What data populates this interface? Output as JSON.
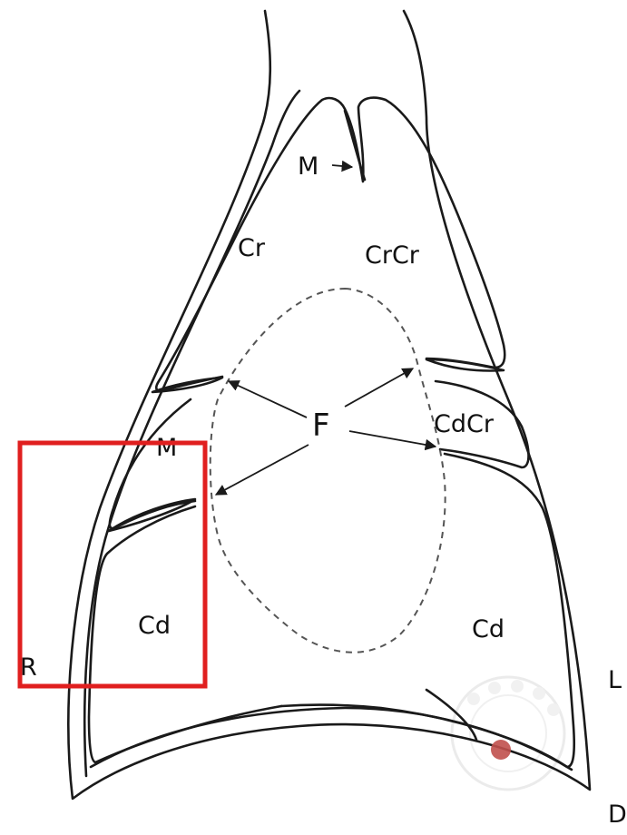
{
  "labels": {
    "mediastinum_top": "M",
    "cranial_right": "Cr",
    "cranial_left": "CrCr",
    "fissure": "F",
    "caudal_cranial_left": "CdCr",
    "middle_right": "M",
    "caudal_right": "Cd",
    "caudal_left": "Cd",
    "right_side": "R",
    "left_side": "L",
    "dorsal": "D"
  },
  "colors": {
    "outline": "#1a1a1a",
    "highlight_box": "#e01f1f",
    "marker_dot": "#c0504d",
    "watermark": "#d8d8d8"
  },
  "icons": {
    "watermark": "gear-watermark-icon",
    "marker": "dot-marker-icon"
  }
}
